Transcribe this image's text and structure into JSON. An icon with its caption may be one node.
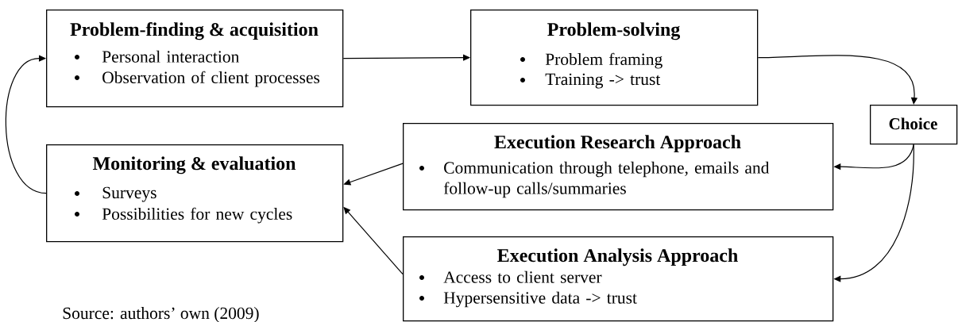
{
  "diagram": {
    "nodes": [
      {
        "text": [
          "Problem-finding & acquisition",
          "Personal interaction",
          "Observation of client processes"
        ]
      },
      {
        "text": [
          "Problem-solving",
          "Problem framing",
          "Training -> trust"
        ]
      },
      {
        "text": [
          "Choice"
        ]
      },
      {
        "text": [
          "Execution Research Approach",
          "Communication through telephone, emails and follow-up calls/summaries"
        ]
      },
      {
        "text": [
          "Monitoring & evaluation",
          "Surveys",
          "Possibilities for new cycles"
        ]
      },
      {
        "text": [
          "Execution Analysis Approach",
          "Access to client server",
          "Hypersensitive data -> trust"
        ]
      }
    ],
    "edges": [
      {
        "from": 0,
        "to": 1,
        "arrow": "to"
      },
      {
        "from": 1,
        "to": 2,
        "arrow": "to"
      },
      {
        "from": 2,
        "to": 3,
        "arrow": "to"
      },
      {
        "from": 2,
        "to": 5,
        "arrow": "to"
      },
      {
        "from": 3,
        "to": 4,
        "arrow": "to"
      },
      {
        "from": 5,
        "to": 4,
        "arrow": "to"
      },
      {
        "from": 4,
        "to": 0,
        "arrow": "to"
      }
    ],
    "labels": [
      "Source: authors’ own (2009)"
    ]
  }
}
